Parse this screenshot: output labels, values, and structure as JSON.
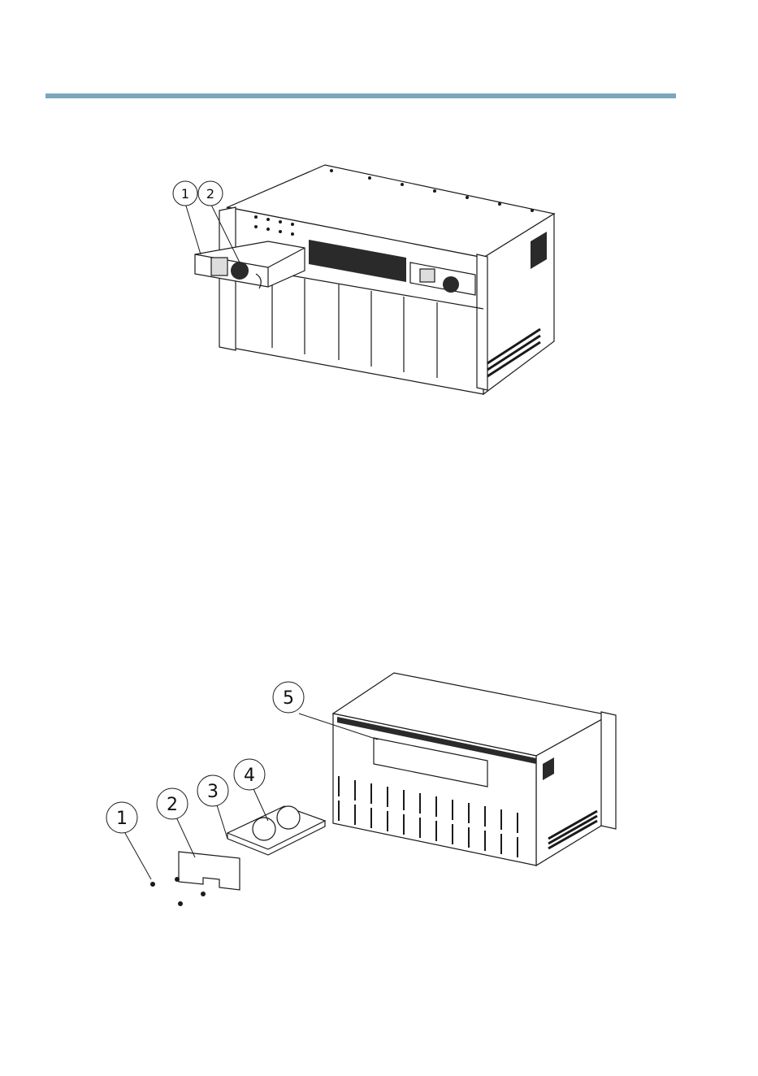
{
  "colors": {
    "header_rule": "#7aa7bd",
    "line_art": "#1a1a1a",
    "page_background": "#ffffff"
  },
  "figure_front": {
    "callouts": [
      "1",
      "2"
    ]
  },
  "figure_rear": {
    "callouts": [
      "1",
      "2",
      "3",
      "4",
      "5"
    ]
  }
}
